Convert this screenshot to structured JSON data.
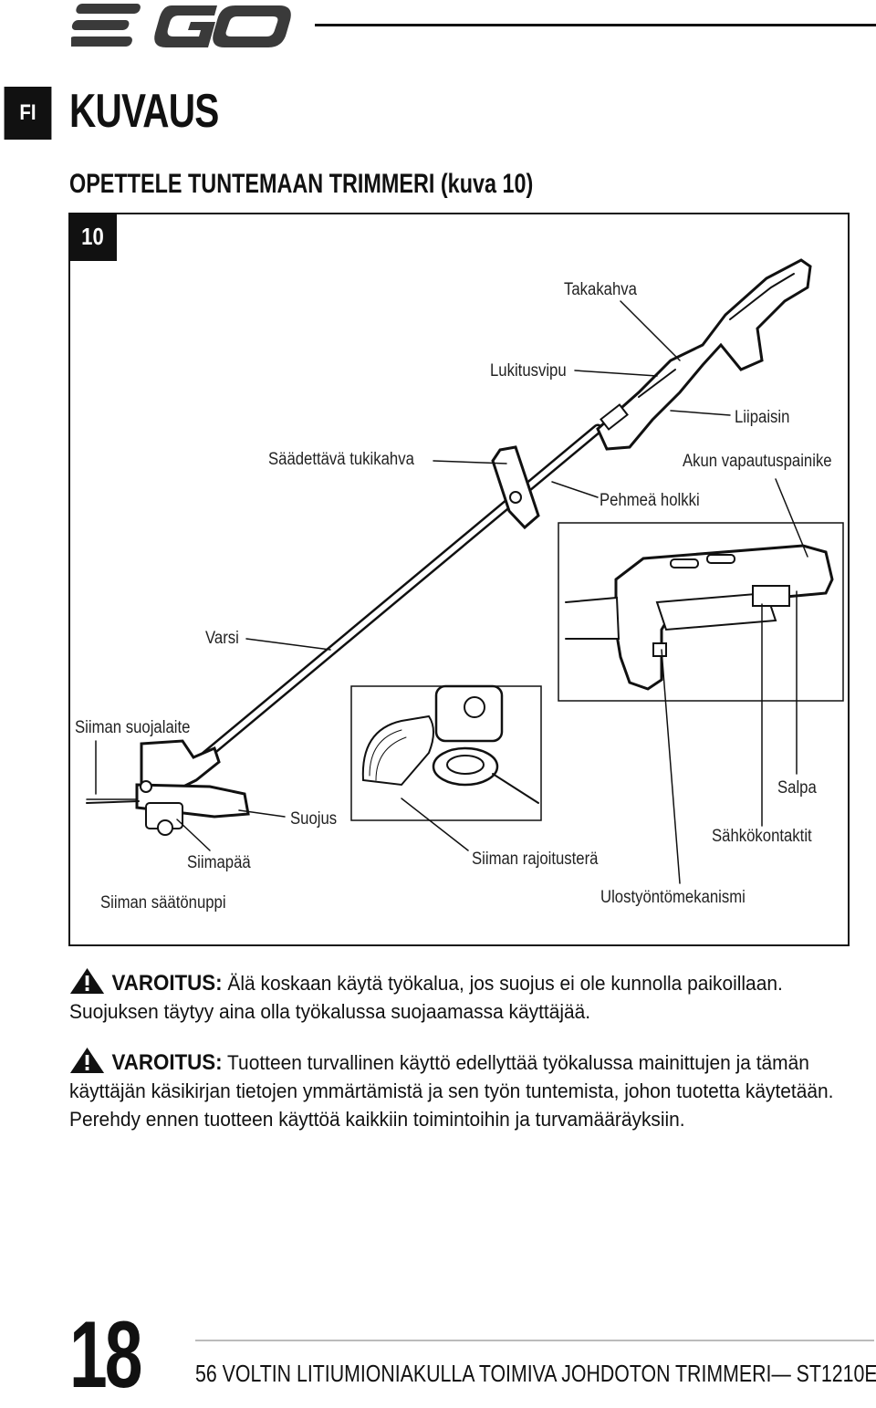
{
  "header": {
    "brand": "EGO",
    "lang_tab": "FI"
  },
  "page": {
    "title": "KUVAUS",
    "subtitle": "OPETTELE TUNTEMAAN TRIMMERI (kuva 10)"
  },
  "figure": {
    "number": "10",
    "labels": {
      "takakahva": "Takakahva",
      "lukitusvipu": "Lukitusvipu",
      "liipaisin": "Liipaisin",
      "saadettava_tukikahva": "Säädettävä tukikahva",
      "akun_vapautuspainike": "Akun vapautuspainike",
      "pehmea_holkki": "Pehmeä holkki",
      "varsi": "Varsi",
      "siiman_suojalaite": "Siiman suojalaite",
      "salpa": "Salpa",
      "suojus": "Suojus",
      "sahkokontaktit": "Sähkökontaktit",
      "siimapaa": "Siimapää",
      "siiman_rajoitustera": "Siiman rajoitusterä",
      "siiman_saatonuppi": "Siiman säätönuppi",
      "ulostyontomekanismi": "Ulostyöntömekanismi"
    }
  },
  "warnings": [
    {
      "keyword": "VAROITUS:",
      "text": "Älä koskaan käytä työkalua, jos suojus ei ole kunnolla paikoillaan. Suojuksen täytyy aina olla työkalussa suojaamassa käyttäjää."
    },
    {
      "keyword": "VAROITUS:",
      "text": "Tuotteen turvallinen käyttö edellyttää työkalussa mainittujen ja tämän käyttäjän käsikirjan tietojen ymmärtämistä ja sen työn tuntemista, johon tuotetta käytetään. Perehdy ennen tuotteen käyttöä kaikkiin toimintoihin ja turvamääräyksiin."
    }
  ],
  "footer": {
    "page_number": "18",
    "product_line": "56 VOLTIN LITIUMIONIAKULLA TOIMIVA JOHDOTON TRIMMERI— ST1210E"
  },
  "icons": [
    "ego-logo",
    "warning-triangle-icon"
  ]
}
